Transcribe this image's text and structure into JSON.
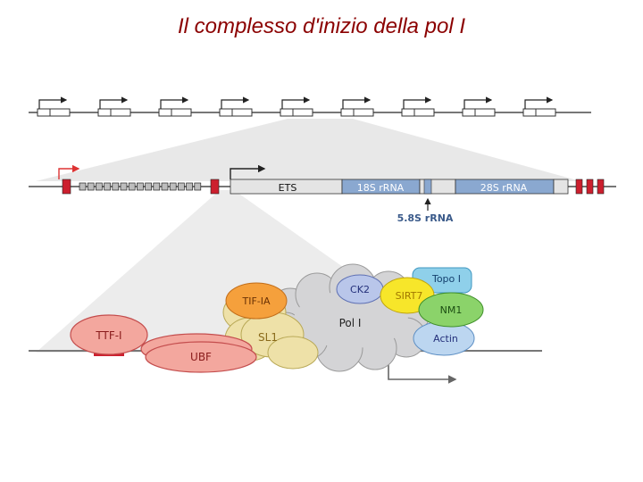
{
  "title": "Il complesso d'inizio della pol I",
  "gene": {
    "ets": "ETS",
    "rrna18s": "18S rRNA",
    "rrna28s": "28S rRNA",
    "rrna58s": "5.8S rRNA"
  },
  "complex": {
    "ttf1": "TTF-I",
    "ubf": "UBF",
    "tifia": "TIF-IA",
    "sl1": "SL1",
    "ck2": "CK2",
    "pol1": "Pol I",
    "sirt7": "SIRT7",
    "topo1": "Topo I",
    "nm1": "NM1",
    "actin": "Actin"
  },
  "colors": {
    "title": "#8b0000",
    "rrna_blue": "#8aa8d0",
    "red_marker": "#cc1f2e",
    "tifia_orange": "#f5a03c",
    "sirt7_yellow": "#f7e62a",
    "nm1_green": "#8bd36a",
    "topo_cyan": "#8fd0ea",
    "ck2_lilac": "#b9c6ea",
    "actin_blue": "#bcd6f0",
    "ubf_salmon": "#f3a79e",
    "sl1_khaki": "#eee1a8"
  }
}
